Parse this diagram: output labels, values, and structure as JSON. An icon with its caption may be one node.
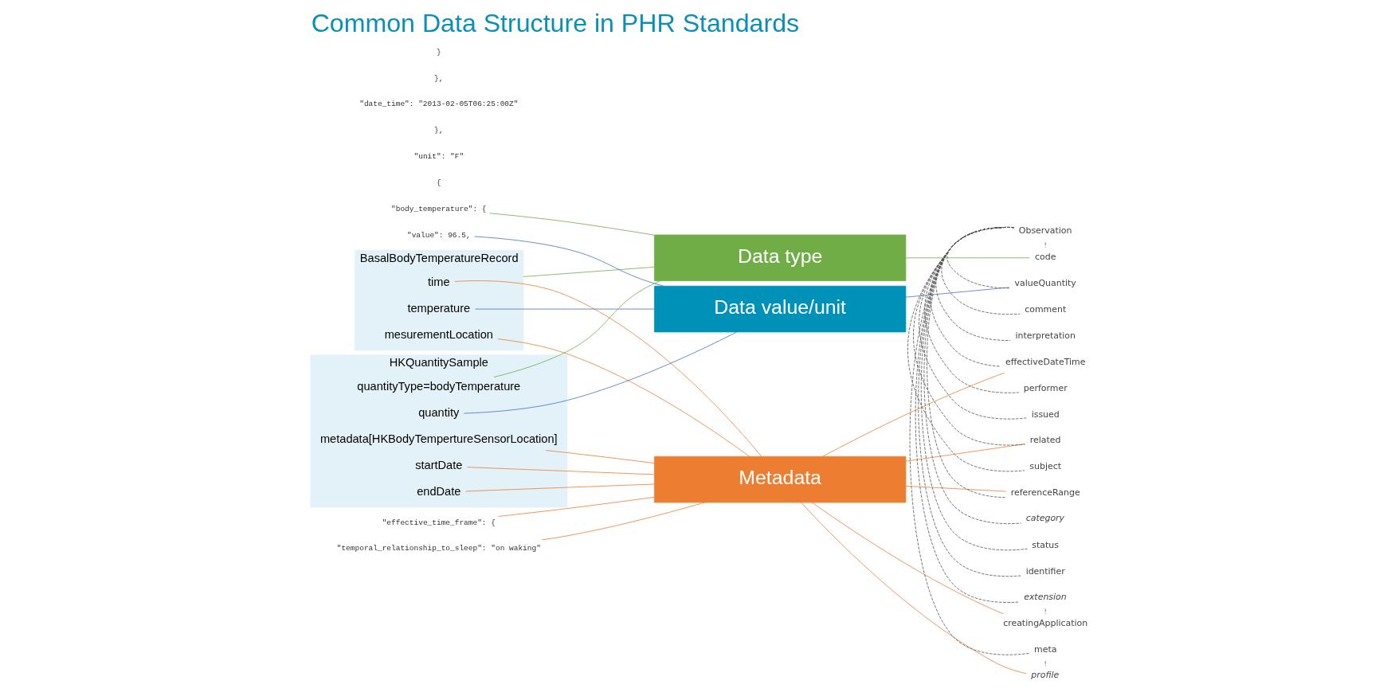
{
  "diagram": {
    "title": "Common Data Structure in PHR Standards",
    "nodes": [
      {
        "text": [
          "BasalBodyTemperatureRecord"
        ]
      },
      {
        "text": [
          "time"
        ],
        "in": 0
      },
      {
        "text": [
          "temperature"
        ],
        "in": 0
      },
      {
        "text": [
          "mesurementLocation"
        ],
        "in": 0
      },
      {
        "text": [
          "HKQuantitySample"
        ]
      },
      {
        "text": [
          "startDate"
        ],
        "in": 4
      },
      {
        "text": [
          "endDate"
        ],
        "in": 4
      },
      {
        "text": [
          "quantityType=bodyTemperature"
        ],
        "in": 4
      },
      {
        "text": [
          "quantity"
        ],
        "in": 4
      },
      {
        "text": [
          "metadata[HKBodyTempertureSensorLocation]"
        ],
        "in": 4
      },
      {
        "text": [
          "\"body_temperature\": {"
        ]
      },
      {
        "text": [
          "\"value\": 96.5,"
        ]
      },
      {
        "text": [
          "\"effective_time_frame\": {"
        ]
      },
      {
        "text": [
          "\"temporal_relationship_to_sleep\": \"on waking\""
        ]
      },
      {
        "text": [
          "Data type"
        ]
      },
      {
        "text": [
          "Data value/unit"
        ]
      },
      {
        "text": [
          "Metadata"
        ]
      },
      {
        "text": [
          "Observation"
        ]
      },
      {
        "text": [
          "meta"
        ]
      },
      {
        "text": [
          "profile"
        ]
      },
      {
        "text": [
          "extension"
        ]
      },
      {
        "text": [
          "creatingApplication"
        ]
      },
      {
        "text": [
          "identifier"
        ]
      },
      {
        "text": [
          "status"
        ]
      },
      {
        "text": [
          "category"
        ]
      },
      {
        "text": [
          "code"
        ]
      },
      {
        "text": [
          "subject"
        ]
      },
      {
        "text": [
          "effectiveDateTime"
        ]
      },
      {
        "text": [
          "issued"
        ]
      },
      {
        "text": [
          "performer"
        ]
      },
      {
        "text": [
          "valueQuantity"
        ]
      },
      {
        "text": [
          "interpretation"
        ]
      },
      {
        "text": [
          "comment"
        ]
      },
      {
        "text": [
          "referenceRange"
        ]
      },
      {
        "text": [
          "related"
        ]
      }
    ],
    "edges": [
      {
        "from": 0,
        "to": 14,
        "arrow": "none",
        "color": "#70ad47"
      },
      {
        "from": 7,
        "to": 14,
        "arrow": "none",
        "color": "#70ad47"
      },
      {
        "from": 10,
        "to": 14,
        "arrow": "none",
        "color": "#70ad47"
      },
      {
        "from": 2,
        "to": 15,
        "arrow": "none",
        "color": "#4472c4"
      },
      {
        "from": 8,
        "to": 15,
        "arrow": "none",
        "color": "#4472c4"
      },
      {
        "from": 11,
        "to": 15,
        "arrow": "none",
        "color": "#4472c4"
      },
      {
        "from": 1,
        "to": 16,
        "arrow": "none",
        "color": "#ed7d31"
      },
      {
        "from": 3,
        "to": 16,
        "arrow": "none",
        "color": "#ed7d31"
      },
      {
        "from": 5,
        "to": 16,
        "arrow": "none",
        "color": "#ed7d31"
      },
      {
        "from": 6,
        "to": 16,
        "arrow": "none",
        "color": "#ed7d31"
      },
      {
        "from": 9,
        "to": 16,
        "arrow": "none",
        "color": "#ed7d31"
      },
      {
        "from": 12,
        "to": 16,
        "arrow": "none",
        "color": "#ed7d31"
      },
      {
        "from": 13,
        "to": 16,
        "arrow": "none",
        "color": "#ed7d31"
      },
      {
        "from": 14,
        "to": 25,
        "arrow": "none",
        "color": "#70ad47"
      },
      {
        "from": 15,
        "to": 30,
        "arrow": "none",
        "color": "#4472c4"
      },
      {
        "from": 16,
        "to": 19,
        "arrow": "none",
        "color": "#ed7d31"
      },
      {
        "from": 16,
        "to": 21,
        "arrow": "none",
        "color": "#ed7d31"
      },
      {
        "from": 16,
        "to": 27,
        "arrow": "none",
        "color": "#ed7d31"
      },
      {
        "from": 16,
        "to": 33,
        "arrow": "none",
        "color": "#ed7d31"
      },
      {
        "from": 16,
        "to": 34,
        "arrow": "none",
        "color": "#ed7d31"
      },
      {
        "from": 17,
        "to": 18,
        "arrow": "none",
        "style": "dashed"
      },
      {
        "from": 18,
        "to": 19,
        "arrow": "none",
        "style": "dashed"
      },
      {
        "from": 17,
        "to": 20,
        "arrow": "none",
        "style": "dashed"
      },
      {
        "from": 20,
        "to": 21,
        "arrow": "none",
        "style": "dashed"
      },
      {
        "from": 17,
        "to": 22,
        "arrow": "none",
        "style": "dashed"
      },
      {
        "from": 17,
        "to": 23,
        "arrow": "none",
        "style": "dashed"
      },
      {
        "from": 17,
        "to": 24,
        "arrow": "none",
        "style": "dashed"
      },
      {
        "from": 17,
        "to": 25,
        "arrow": "none",
        "style": "dashed"
      },
      {
        "from": 17,
        "to": 26,
        "arrow": "none",
        "style": "dashed"
      },
      {
        "from": 17,
        "to": 27,
        "arrow": "none",
        "style": "dashed"
      },
      {
        "from": 17,
        "to": 28,
        "arrow": "none",
        "style": "dashed"
      },
      {
        "from": 17,
        "to": 29,
        "arrow": "none",
        "style": "dashed"
      },
      {
        "from": 17,
        "to": 30,
        "arrow": "none",
        "style": "dashed"
      },
      {
        "from": 17,
        "to": 31,
        "arrow": "none",
        "style": "dashed"
      },
      {
        "from": 17,
        "to": 32,
        "arrow": "none",
        "style": "dashed"
      },
      {
        "from": 17,
        "to": 33,
        "arrow": "none",
        "style": "dashed"
      },
      {
        "from": 17,
        "to": 34,
        "arrow": "none",
        "style": "dashed"
      }
    ],
    "labels": [
      "{",
      "\"unit\": \"F\"",
      "},",
      "\"date_time\": \"2013-02-05T06:25:00Z\"",
      "},",
      "}"
    ]
  }
}
